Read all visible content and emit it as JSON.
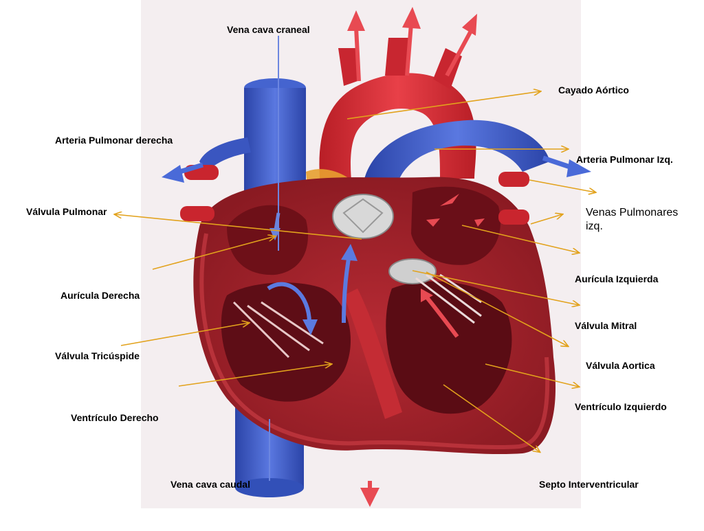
{
  "labels": {
    "vena_cava_craneal": "Vena cava craneal",
    "cayado_aortico": "Cayado Aórtico",
    "arteria_pulmonar_derecha": "Arteria Pulmonar derecha",
    "arteria_pulmonar_izq": "Arteria Pulmonar Izq.",
    "valvula_pulmonar": "Válvula Pulmonar",
    "venas_pulmonares_line1": "Venas Pulmonares",
    "venas_pulmonares_line2": "izq.",
    "auricula_izquierda": "Aurícula Izquierda",
    "auricula_derecha": "Aurícula Derecha",
    "valvula_mitral": "Válvula Mitral",
    "valvula_tricuspide": "Válvula Tricúspide",
    "valvula_aortica": "Válvula Aortica",
    "ventriculo_izquierdo": "Ventrículo Izquierdo",
    "ventriculo_derecho": "Ventrículo Derecho",
    "vena_cava_caudal": "Vena cava caudal",
    "septo_interventricular": "Septo Interventricular"
  },
  "colors": {
    "leader_line": "#e2a21c",
    "deoxygenated_blue": "#3b58c4",
    "oxygenated_red": "#d8262e",
    "muscle": "#a3202a",
    "fat": "#e8a030",
    "valve": "#d8d8d8"
  }
}
